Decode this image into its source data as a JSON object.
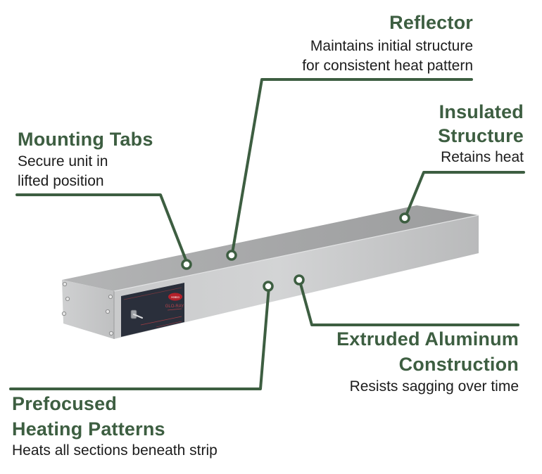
{
  "colors": {
    "accent_green": "#3d5e41",
    "body_text": "#1c1c1c",
    "background": "#ffffff",
    "aluminum_top": "#a9aaab",
    "aluminum_front": "#c4c5c6",
    "control_panel": "#2a2f3b",
    "brand_red": "#b3202a"
  },
  "product": {
    "name": "Overhead Strip Heater",
    "brand_badge_text": "Hatco",
    "model_text": "GLO-RAY",
    "switch_icon": "toggle-switch-icon"
  },
  "callouts": [
    {
      "id": "reflector",
      "title_lines": [
        "Reflector"
      ],
      "desc_lines": [
        "Maintains initial structure",
        "for consistent heat pattern"
      ]
    },
    {
      "id": "mounting-tabs",
      "title_lines": [
        "Mounting Tabs"
      ],
      "desc_lines": [
        "Secure unit in",
        "lifted position"
      ]
    },
    {
      "id": "insulated-structure",
      "title_lines": [
        "Insulated",
        "Structure"
      ],
      "desc_lines": [
        "Retains heat"
      ]
    },
    {
      "id": "extruded-aluminum",
      "title_lines": [
        "Extruded Aluminum",
        "Construction"
      ],
      "desc_lines": [
        "Resists sagging over time"
      ]
    },
    {
      "id": "prefocused-heating",
      "title_lines": [
        "Prefocused",
        "Heating Patterns"
      ],
      "desc_lines": [
        "Heats all sections beneath strip"
      ]
    }
  ]
}
